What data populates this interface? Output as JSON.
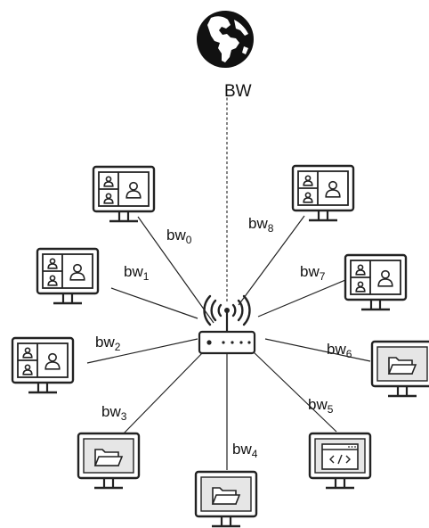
{
  "internet": {
    "icon": "globe-icon",
    "label": "BW"
  },
  "router": {
    "icon": "wifi-router-icon"
  },
  "links": [
    {
      "base": "bw",
      "sub": "0"
    },
    {
      "base": "bw",
      "sub": "1"
    },
    {
      "base": "bw",
      "sub": "2"
    },
    {
      "base": "bw",
      "sub": "3"
    },
    {
      "base": "bw",
      "sub": "4"
    },
    {
      "base": "bw",
      "sub": "5"
    },
    {
      "base": "bw",
      "sub": "6"
    },
    {
      "base": "bw",
      "sub": "7"
    },
    {
      "base": "bw",
      "sub": "8"
    }
  ],
  "devices": [
    {
      "kind": "video-call-monitor-icon"
    },
    {
      "kind": "video-call-monitor-icon"
    },
    {
      "kind": "video-call-monitor-icon"
    },
    {
      "kind": "folder-monitor-icon"
    },
    {
      "kind": "folder-monitor-icon"
    },
    {
      "kind": "code-browser-monitor-icon"
    },
    {
      "kind": "folder-monitor-icon"
    },
    {
      "kind": "video-call-monitor-icon"
    },
    {
      "kind": "video-call-monitor-icon"
    }
  ],
  "colors": {
    "stroke": "#222222",
    "screen_fill": "#e6e6e6",
    "background": "#ffffff"
  }
}
